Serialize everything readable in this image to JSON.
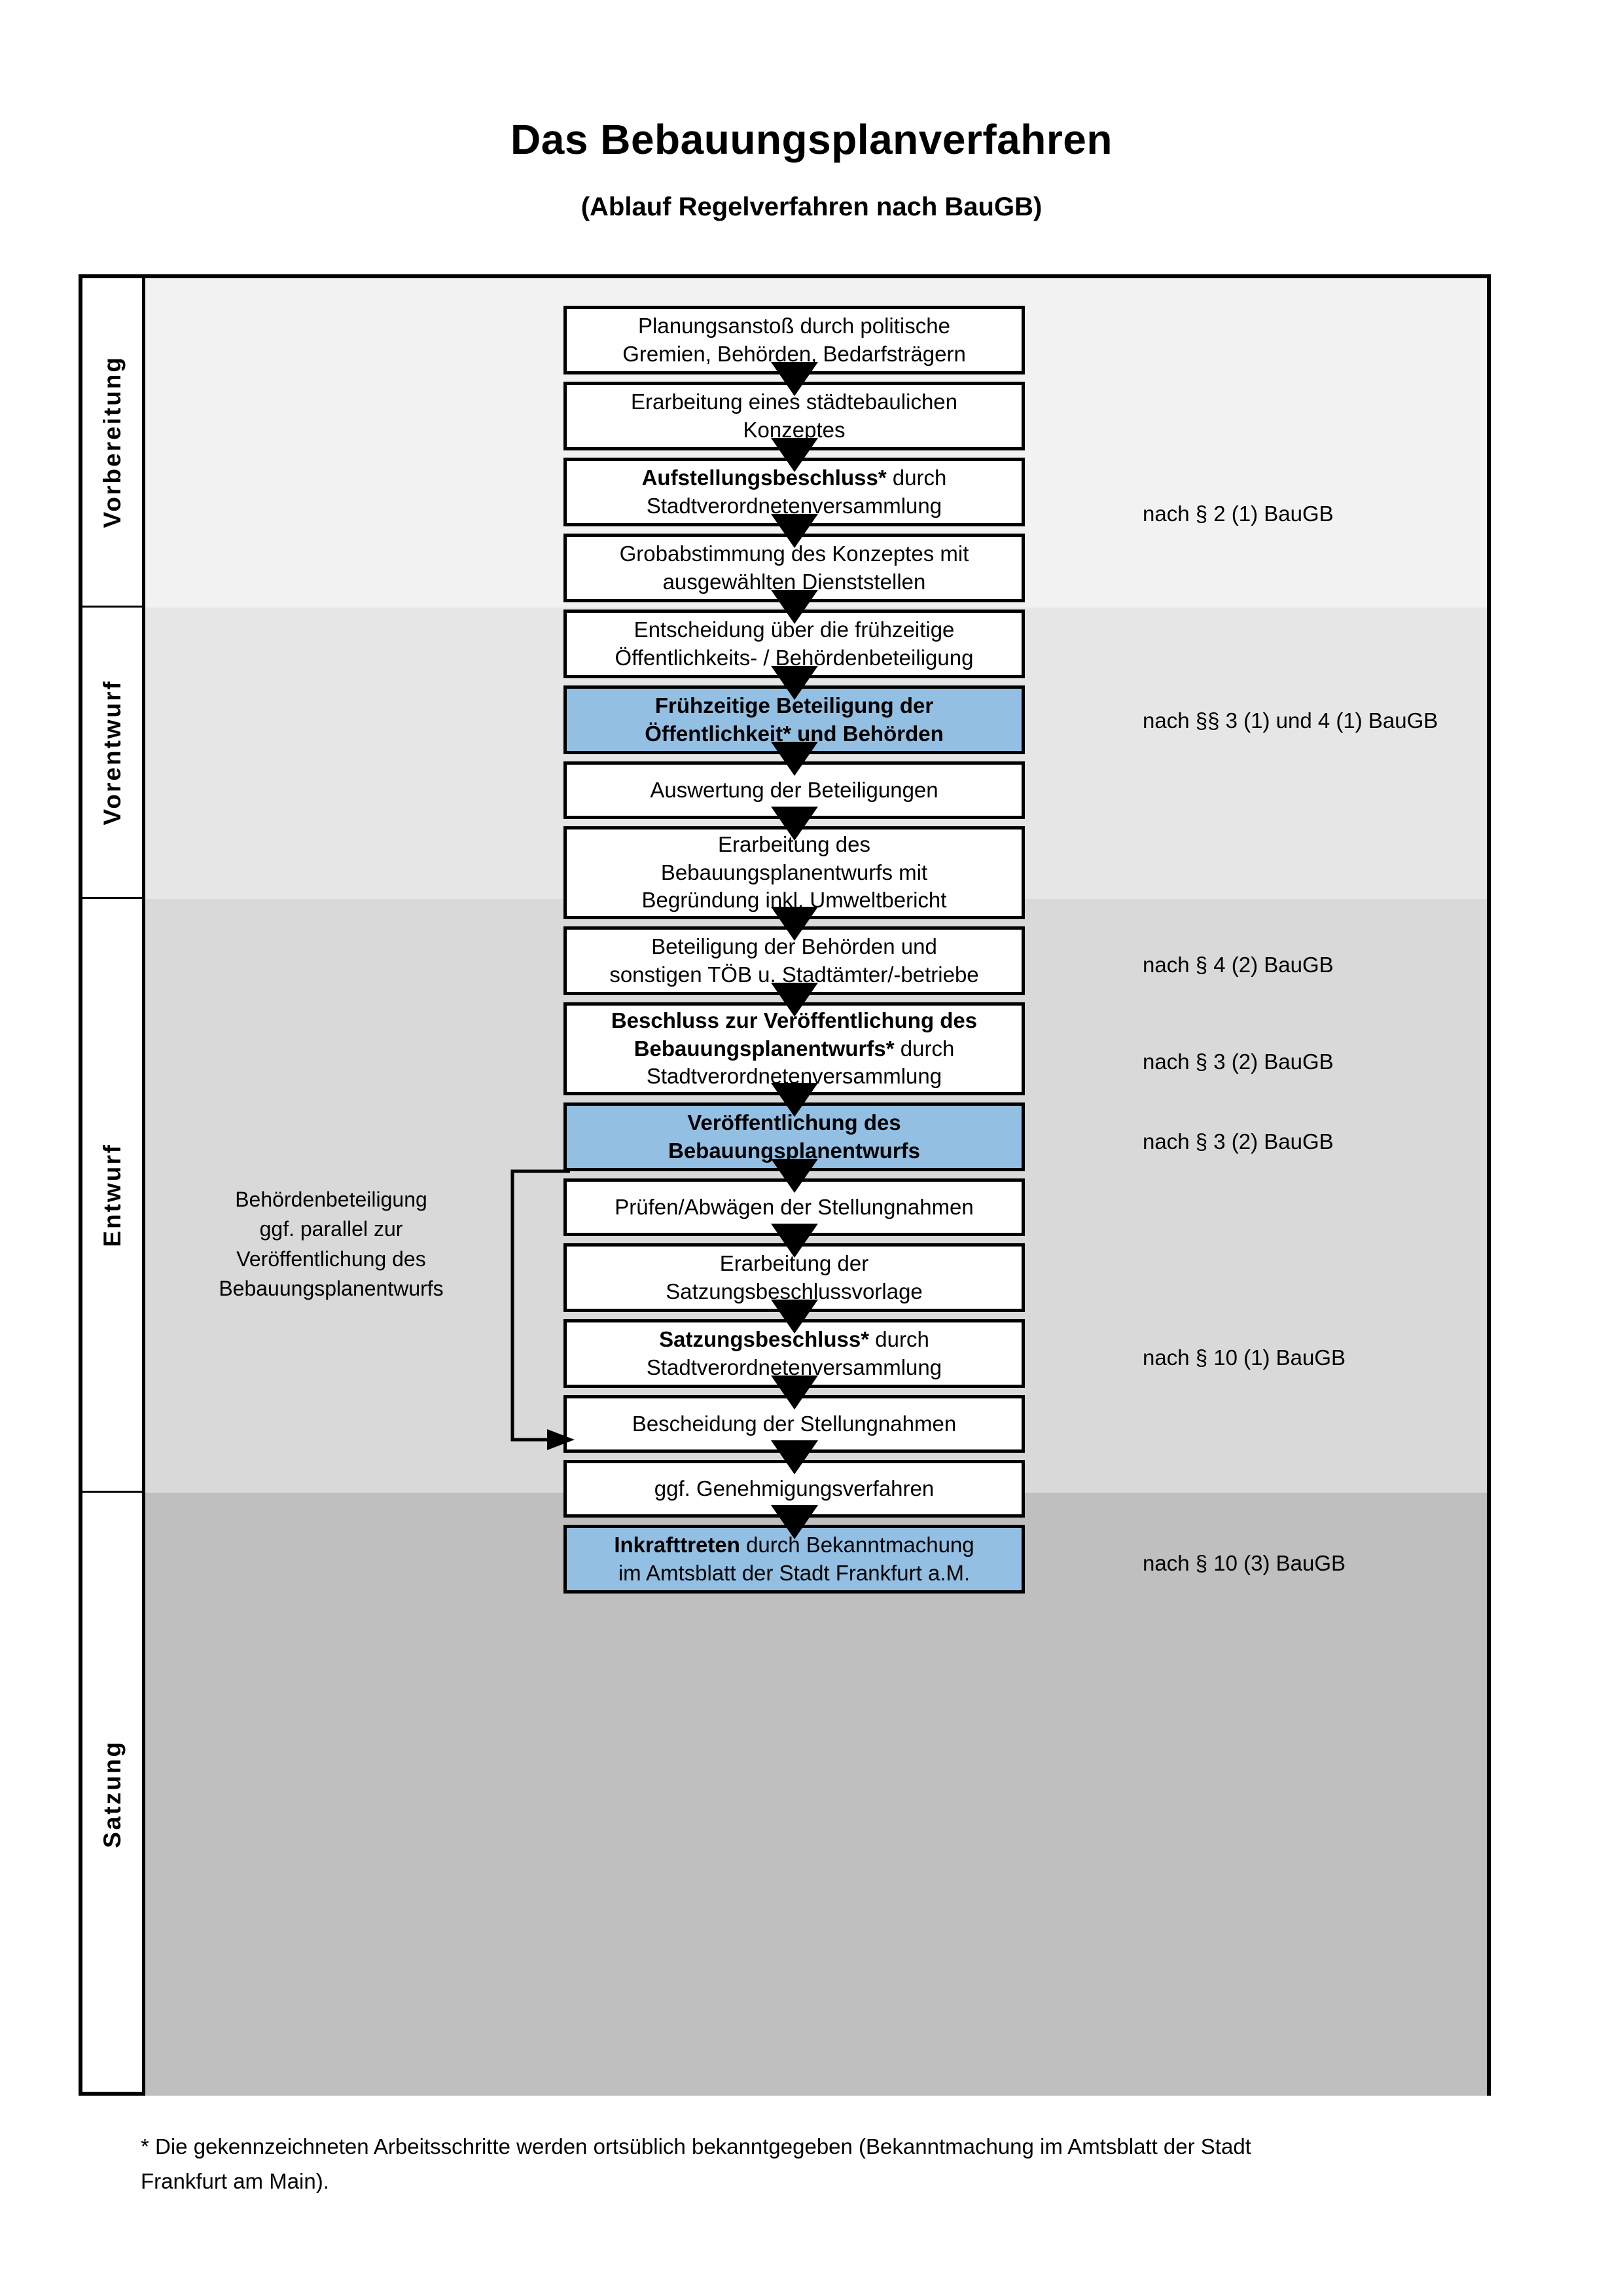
{
  "title": {
    "main": "Das Bebauungsplanverfahren",
    "subtitle": "(Ablauf Regelverfahren nach BauGB)"
  },
  "colors": {
    "highlight_box": "#93BFE3",
    "band_vorbereitung": "#F2F2F2",
    "band_vorentwurf": "#E6E6E6",
    "band_entwurf": "#D9D9D9",
    "band_satzung": "#BFBFBF",
    "border": "#000000"
  },
  "phases": [
    {
      "label": "Vorbereitung"
    },
    {
      "label": "Vorentwurf"
    },
    {
      "label": "Entwurf"
    },
    {
      "label": "Satzung"
    }
  ],
  "steps": [
    {
      "id": "planungsanstoss",
      "lines": [
        "Planungsanstoß durch politische",
        "Gremien, Behörden, Bedarfsträgern"
      ],
      "bold_prefix": "",
      "highlight": false
    },
    {
      "id": "konzept",
      "lines": [
        "Erarbeitung eines städtebaulichen",
        "Konzeptes"
      ],
      "bold_prefix": "",
      "highlight": false
    },
    {
      "id": "aufstellungsbeschluss",
      "lines": [
        "Aufstellungsbeschluss* durch",
        "Stadtverordnetenversammlung"
      ],
      "bold_prefix": "Aufstellungsbeschluss*",
      "highlight": false
    },
    {
      "id": "grobabstimmung",
      "lines": [
        "Grobabstimmung des Konzeptes mit",
        "ausgewählten Dienststellen"
      ],
      "bold_prefix": "",
      "highlight": false
    },
    {
      "id": "entscheidung-fruehzeitig",
      "lines": [
        "Entscheidung über die frühzeitige",
        "Öffentlichkeits- / Behördenbeteiligung"
      ],
      "bold_prefix": "",
      "highlight": false
    },
    {
      "id": "fruehzeitige-beteiligung",
      "lines": [
        "Frühzeitige Beteiligung der",
        "Öffentlichkeit* und Behörden"
      ],
      "bold_prefix": "ALL",
      "highlight": true
    },
    {
      "id": "auswertung",
      "lines": [
        "Auswertung der Beteiligungen"
      ],
      "bold_prefix": "",
      "highlight": false
    },
    {
      "id": "erarbeitung-entwurf",
      "lines": [
        "Erarbeitung des",
        "Bebauungsplanentwurfs mit",
        "Begründung inkl. Umweltbericht"
      ],
      "bold_prefix": "",
      "highlight": false
    },
    {
      "id": "beteiligung-behoerden",
      "lines": [
        "Beteiligung der Behörden und",
        "sonstigen TÖB u. Stadtämter/-betriebe"
      ],
      "bold_prefix": "",
      "highlight": false
    },
    {
      "id": "beschluss-veroeffentlichung",
      "lines": [
        "Beschluss zur Veröffentlichung des",
        "Bebauungsplanentwurfs* durch",
        "Stadtverordnetenversammlung"
      ],
      "bold_prefix": "Beschluss zur Veröffentlichung des Bebauungsplanentwurfs*",
      "highlight": false
    },
    {
      "id": "veroeffentlichung",
      "lines": [
        "Veröffentlichung des",
        "Bebauungsplanentwurfs"
      ],
      "bold_prefix": "ALL",
      "highlight": true
    },
    {
      "id": "pruefen-abwaegen",
      "lines": [
        "Prüfen/Abwägen der Stellungnahmen"
      ],
      "bold_prefix": "",
      "highlight": false
    },
    {
      "id": "satzungsbeschlussvorlage",
      "lines": [
        "Erarbeitung der",
        "Satzungsbeschlussvorlage"
      ],
      "bold_prefix": "",
      "highlight": false
    },
    {
      "id": "satzungsbeschluss",
      "lines": [
        "Satzungsbeschluss* durch",
        "Stadtverordnetenversammlung"
      ],
      "bold_prefix": "Satzungsbeschluss*",
      "highlight": false
    },
    {
      "id": "bescheidung",
      "lines": [
        "Bescheidung der Stellungnahmen"
      ],
      "bold_prefix": "",
      "highlight": false
    },
    {
      "id": "genehmigungsverfahren",
      "lines": [
        "ggf. Genehmigungsverfahren"
      ],
      "bold_prefix": "",
      "highlight": false
    },
    {
      "id": "inkrafttreten",
      "lines": [
        "Inkrafttreten durch Bekanntmachung",
        "im Amtsblatt der Stadt Frankfurt a.M."
      ],
      "bold_prefix": "Inkrafttreten",
      "highlight": true
    }
  ],
  "legal_refs": [
    {
      "id": "ref-2-1",
      "text": "nach § 2 (1) BauGB"
    },
    {
      "id": "ref-3-1-4-1",
      "text": "nach §§ 3 (1) und 4 (1) BauGB"
    },
    {
      "id": "ref-4-2",
      "text": "nach § 4 (2) BauGB"
    },
    {
      "id": "ref-3-2-a",
      "text": "nach § 3 (2) BauGB"
    },
    {
      "id": "ref-3-2-b",
      "text": "nach § 3 (2) BauGB"
    },
    {
      "id": "ref-10-1",
      "text": "nach § 10 (1) BauGB"
    },
    {
      "id": "ref-10-3",
      "text": "nach § 10 (3) BauGB"
    }
  ],
  "side_note": {
    "lines": [
      "Behördenbeteiligung",
      "ggf. parallel zur",
      "Veröffentlichung des",
      "Bebauungsplanentwurfs"
    ]
  },
  "footnote": {
    "line1": "* Die gekennzeichneten Arbeitsschritte werden ortsüblich bekanntgegeben (Bekanntmachung im Amtsblatt  der Stadt",
    "line2": "Frankfurt am Main)."
  }
}
